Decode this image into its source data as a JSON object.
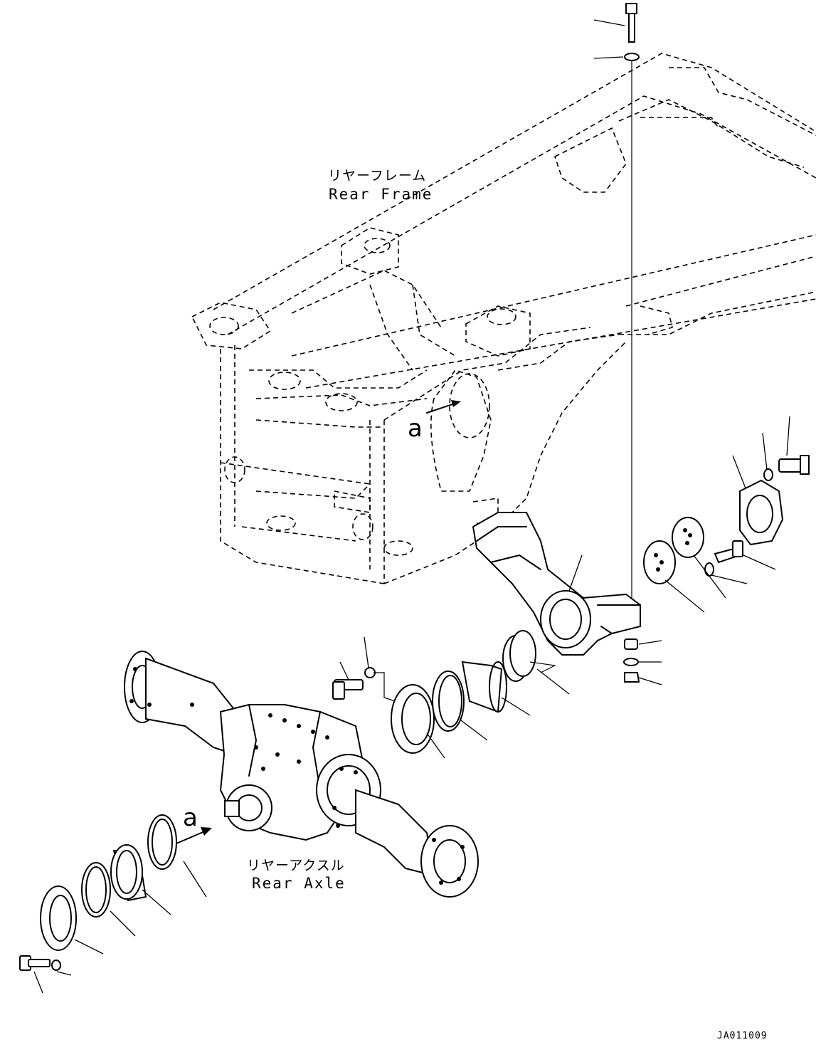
{
  "labels": {
    "rear_frame_jp": "リヤーフレーム",
    "rear_frame_en": "Rear Frame",
    "rear_axle_jp": "リヤーアクスル",
    "rear_axle_en": "Rear Axle",
    "view_arrow_frame": "a",
    "view_arrow_axle": "a",
    "drawing_code": "JA011009"
  }
}
